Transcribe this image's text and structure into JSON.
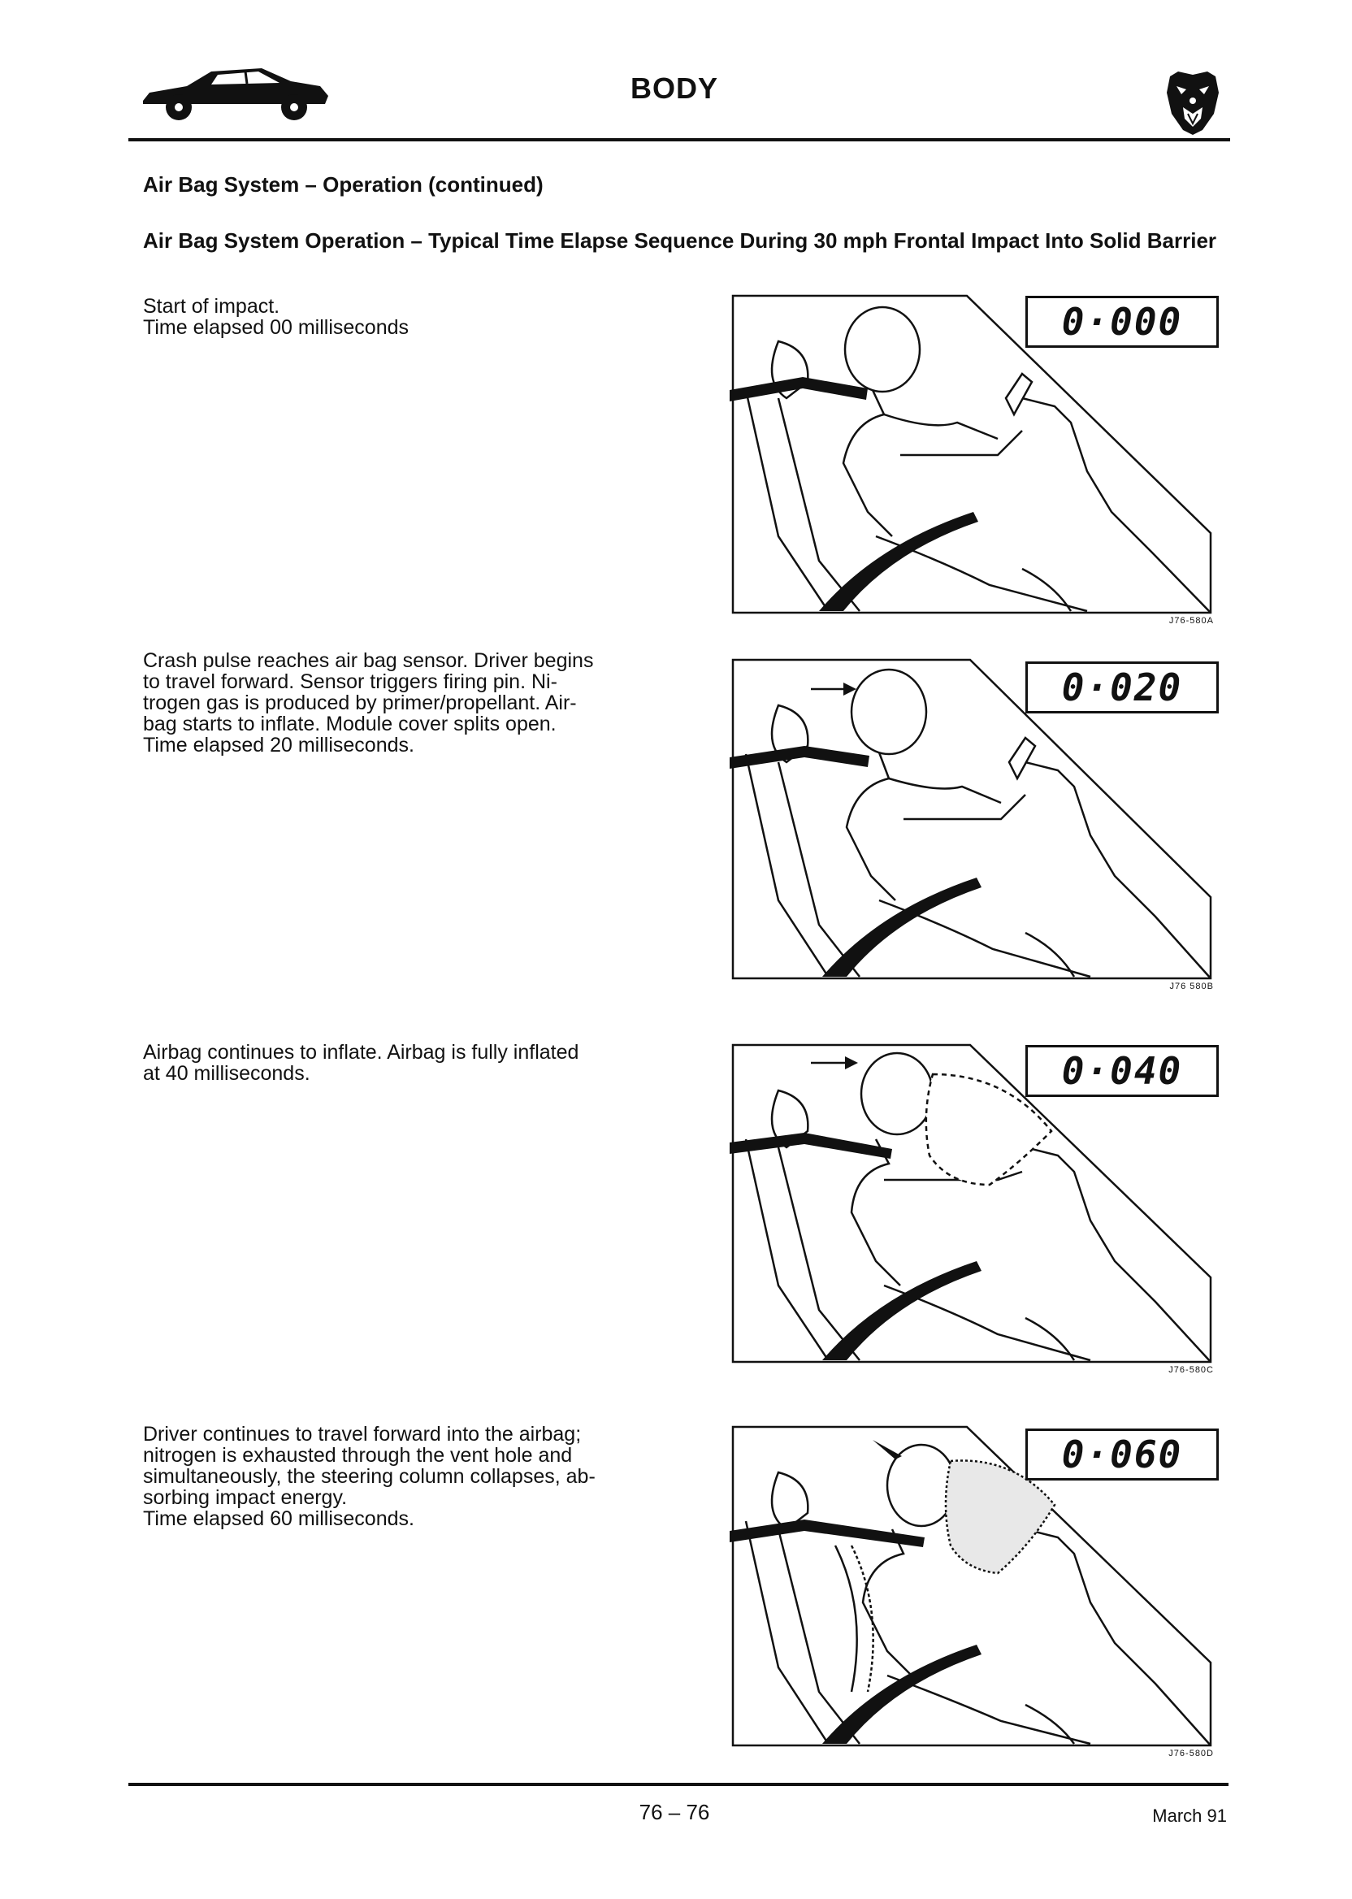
{
  "header": {
    "title": "BODY",
    "car_icon": "car-silhouette-icon",
    "logo_icon": "jaguar-head-logo"
  },
  "section_title": "Air Bag System – Operation (continued)",
  "subtitle": "Air Bag System Operation – Typical Time Elapse Sequence During 30 mph Frontal Impact Into Solid Barrier",
  "steps": [
    {
      "text": "Start of impact.\nTime elapsed 00 milliseconds",
      "timer": "0·000",
      "figure_ref": "J76-580A"
    },
    {
      "text": "Crash pulse reaches air bag sensor. Driver begins\nto travel forward. Sensor triggers firing pin. Ni-\ntrogen gas is produced by primer/propellant. Air-\nbag starts to inflate. Module cover splits open.\nTime elapsed 20 milliseconds.",
      "timer": "0·020",
      "figure_ref": "J76 580B"
    },
    {
      "text": "Airbag continues to inflate. Airbag is fully inflated\nat 40 milliseconds.",
      "timer": "0·040",
      "figure_ref": "J76-580C"
    },
    {
      "text": "Driver continues to travel forward into the airbag;\nnitrogen is exhausted through the vent hole and\nsimultaneously, the steering column collapses, ab-\nsorbing impact energy.\nTime elapsed 60 milliseconds.",
      "timer": "0·060",
      "figure_ref": "J76-580D"
    }
  ],
  "footer": {
    "page_number": "76 – 76",
    "date": "March 91"
  }
}
